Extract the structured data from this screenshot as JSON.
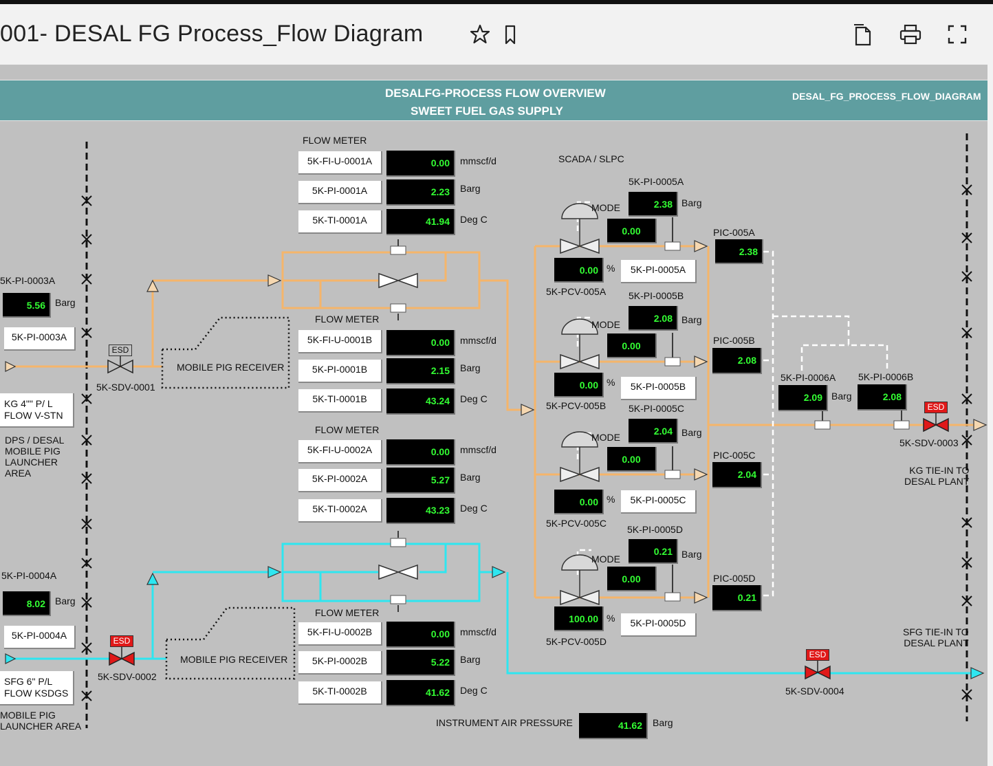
{
  "window": {
    "title": "001- DESAL FG Process_Flow Diagram",
    "icons": [
      "star-icon",
      "bookmark-icon",
      "copy-icon",
      "print-icon",
      "fullscreen-icon"
    ]
  },
  "banner": {
    "line1": "DESALFG-PROCESS FLOW OVERVIEW",
    "line2": "SWEET FUEL GAS SUPPLY",
    "display_name": "DESAL_FG_PROCESS_FLOW_DIAGRAM"
  },
  "colors": {
    "fuel_gas": "#f5b56a",
    "sfg": "#2ee6f0",
    "banner": "#5f9ea0",
    "value_text": "#33ff33",
    "esd_red": "#e01818"
  },
  "left": {
    "pi3_title": "5K-PI-0003A",
    "pi3_value": "5.56",
    "pi3_unit": "Barg",
    "pi3_tag": "5K-PI-0003A",
    "kg_tag_l1": "KG 4\"\" P/ L",
    "kg_tag_l2": "FLOW V-STN",
    "dps_l1": "DPS / DESAL",
    "dps_l2": "MOBILE PIG",
    "dps_l3": "LAUNCHER",
    "dps_l4": "AREA",
    "pi4_title": "5K-PI-0004A",
    "pi4_value": "8.02",
    "pi4_unit": "Barg",
    "pi4_tag": "5K-PI-0004A",
    "sfg_tag_l1": "SFG 6\" P/L",
    "sfg_tag_l2": "FLOW KSDGS",
    "mpl_l1": "MOBILE PIG",
    "mpl_l2": "LAUNCHER AREA"
  },
  "sdv": [
    {
      "label": "5K-SDV-0001",
      "esd": "ESD",
      "state": "grey"
    },
    {
      "label": "5K-SDV-0002",
      "esd": "ESD",
      "state": "red"
    },
    {
      "label": "5K-SDV-0003",
      "esd": "ESD",
      "state": "red"
    },
    {
      "label": "5K-SDV-0004",
      "esd": "ESD",
      "state": "red"
    }
  ],
  "mobile_pig_receiver": [
    "MOBILE PIG RECEIVER",
    "MOBILE PIG RECEIVER"
  ],
  "flow_meters": [
    {
      "title": "FLOW METER",
      "rows": [
        {
          "tag": "5K-FI-U-0001A",
          "value": "0.00",
          "unit": "mmscf/d"
        },
        {
          "tag": "5K-PI-0001A",
          "value": "2.23",
          "unit": "Barg"
        },
        {
          "tag": "5K-TI-0001A",
          "value": "41.94",
          "unit": "Deg C"
        }
      ]
    },
    {
      "title": "FLOW METER",
      "rows": [
        {
          "tag": "5K-FI-U-0001B",
          "value": "0.00",
          "unit": "mmscf/d"
        },
        {
          "tag": "5K-PI-0001B",
          "value": "2.15",
          "unit": "Barg"
        },
        {
          "tag": "5K-TI-0001B",
          "value": "43.24",
          "unit": "Deg C"
        }
      ]
    },
    {
      "title": "FLOW METER",
      "rows": [
        {
          "tag": "5K-FI-U-0002A",
          "value": "0.00",
          "unit": "mmscf/d"
        },
        {
          "tag": "5K-PI-0002A",
          "value": "5.27",
          "unit": "Barg"
        },
        {
          "tag": "5K-TI-0002A",
          "value": "43.23",
          "unit": "Deg C"
        }
      ]
    },
    {
      "title": "FLOW METER",
      "rows": [
        {
          "tag": "5K-FI-U-0002B",
          "value": "0.00",
          "unit": "mmscf/d"
        },
        {
          "tag": "5K-PI-0002B",
          "value": "5.22",
          "unit": "Barg"
        },
        {
          "tag": "5K-TI-0002B",
          "value": "41.62",
          "unit": "Deg C"
        }
      ]
    }
  ],
  "scada_label": "SCADA / SLPC",
  "pcv": [
    {
      "pi_title": "5K-PI-0005A",
      "pi_value": "2.38",
      "pi_unit": "Barg",
      "mode_label": "MODE",
      "mode_value": "0.00",
      "out_value": "0.00",
      "out_unit": "%",
      "pcv_label": "5K-PCV-005A",
      "pi_tag": "5K-PI-0005A",
      "pic_label": "PIC-005A",
      "pic_value": "2.38"
    },
    {
      "pi_title": "5K-PI-0005B",
      "pi_value": "2.08",
      "pi_unit": "Barg",
      "mode_label": "MODE",
      "mode_value": "0.00",
      "out_value": "0.00",
      "out_unit": "%",
      "pcv_label": "5K-PCV-005B",
      "pi_tag": "5K-PI-0005B",
      "pic_label": "PIC-005B",
      "pic_value": "2.08"
    },
    {
      "pi_title": "5K-PI-0005C",
      "pi_value": "2.04",
      "pi_unit": "Barg",
      "mode_label": "MODE",
      "mode_value": "0.00",
      "out_value": "0.00",
      "out_unit": "%",
      "pcv_label": "5K-PCV-005C",
      "pi_tag": "5K-PI-0005C",
      "pic_label": "PIC-005C",
      "pic_value": "2.04"
    },
    {
      "pi_title": "5K-PI-0005D",
      "pi_value": "0.21",
      "pi_unit": "Barg",
      "mode_label": "MODE",
      "mode_value": "0.00",
      "out_value": "100.00",
      "out_unit": "%",
      "pcv_label": "5K-PCV-005D",
      "pi_tag": "5K-PI-0005D",
      "pic_label": "PIC-005D",
      "pic_value": "0.21"
    }
  ],
  "right": {
    "pi6a_title": "5K-PI-0006A",
    "pi6a_value": "2.09",
    "pi6a_unit": "Barg",
    "pi6b_title": "5K-PI-0006B",
    "pi6b_value": "2.08",
    "kg_tie_l1": "KG TIE-IN TO",
    "kg_tie_l2": "DESAL PLANT",
    "sfg_tie_l1": "SFG TIE-IN TO",
    "sfg_tie_l2": "DESAL PLANT"
  },
  "instrument_air": {
    "label": "INSTRUMENT AIR PRESSURE",
    "value": "41.62",
    "unit": "Barg"
  }
}
